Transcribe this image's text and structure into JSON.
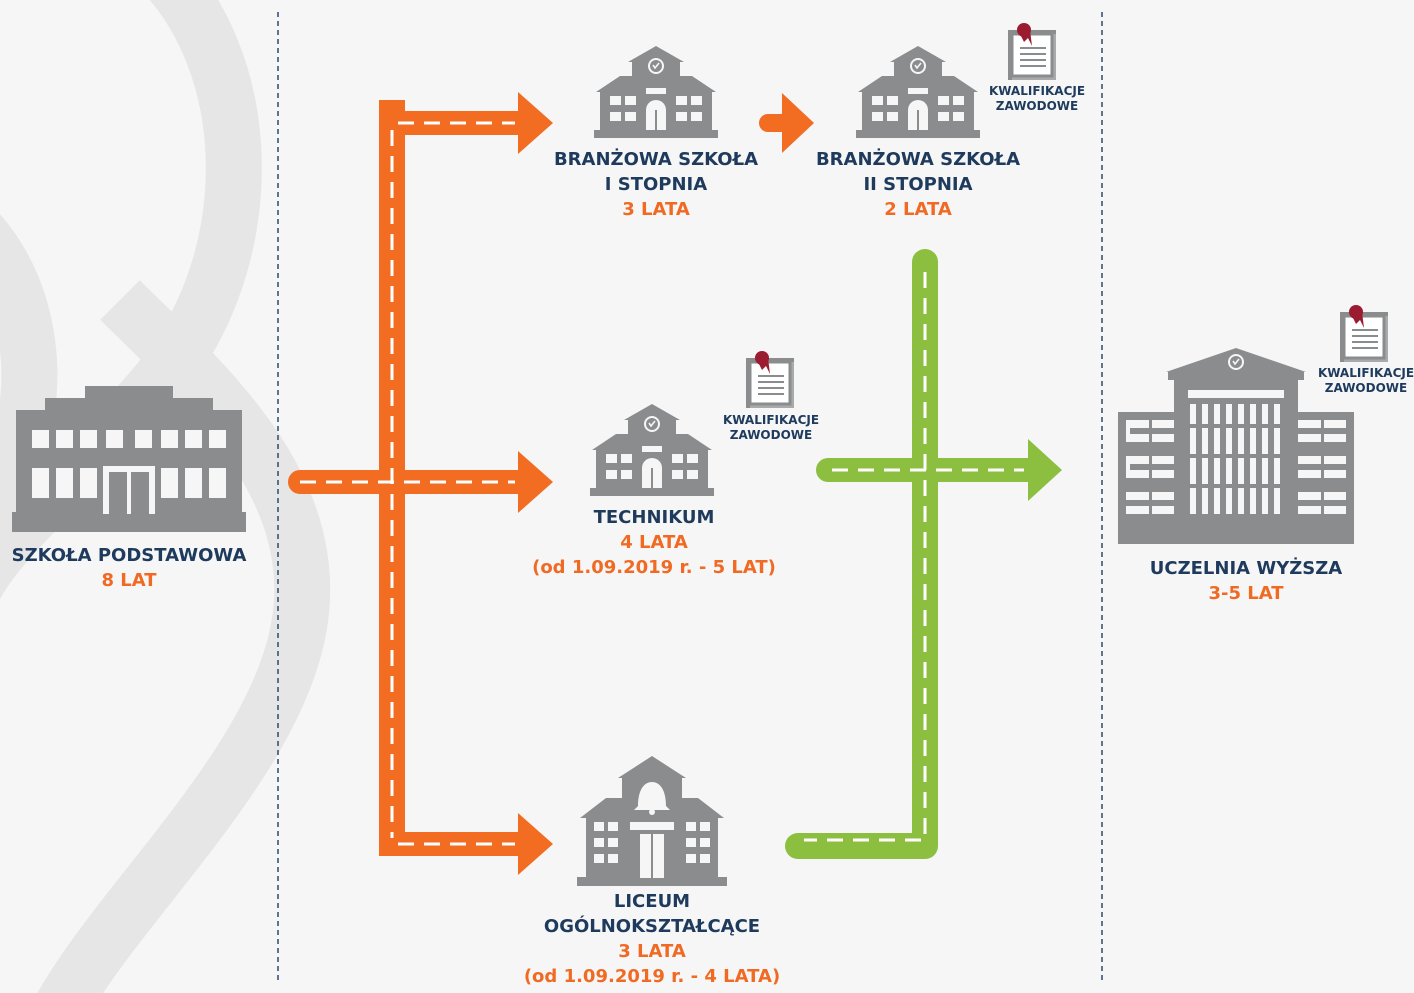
{
  "colors": {
    "orange": "#f26c21",
    "green": "#8cbf3f",
    "gray": "#8a8c8e",
    "navy": "#1e3a5c",
    "maroon": "#9b1b30"
  },
  "schools": {
    "primary": {
      "name": "SZKOŁA PODSTAWOWA",
      "duration": "8 LAT",
      "icon": "school-building-icon"
    },
    "branzowa1": {
      "name1": "BRANŻOWA SZKOŁA",
      "name2": "I STOPNIA",
      "duration": "3 LATA",
      "icon": "clock-school-icon"
    },
    "branzowa2": {
      "name1": "BRANŻOWA SZKOŁA",
      "name2": "II STOPNIA",
      "duration": "2 LATA",
      "icon": "clock-school-icon"
    },
    "technikum": {
      "name": "TECHNIKUM",
      "duration": "4 LATA",
      "note": "(od 1.09.2019 r. - 5 LAT)",
      "icon": "clock-school-icon"
    },
    "liceum": {
      "name1": "LICEUM",
      "name2": "OGÓLNOKSZTAŁCĄCE",
      "duration": "3 LATA",
      "note": "(od 1.09.2019 r. - 4 LATA)",
      "icon": "bell-school-icon"
    },
    "uczelnia": {
      "name": "UCZELNIA WYŻSZA",
      "duration": "3-5 LAT",
      "icon": "university-building-icon"
    }
  },
  "qualification": {
    "line1": "KWALIFIKACJE",
    "line2": "ZAWODOWE",
    "icon": "certificate-icon"
  }
}
